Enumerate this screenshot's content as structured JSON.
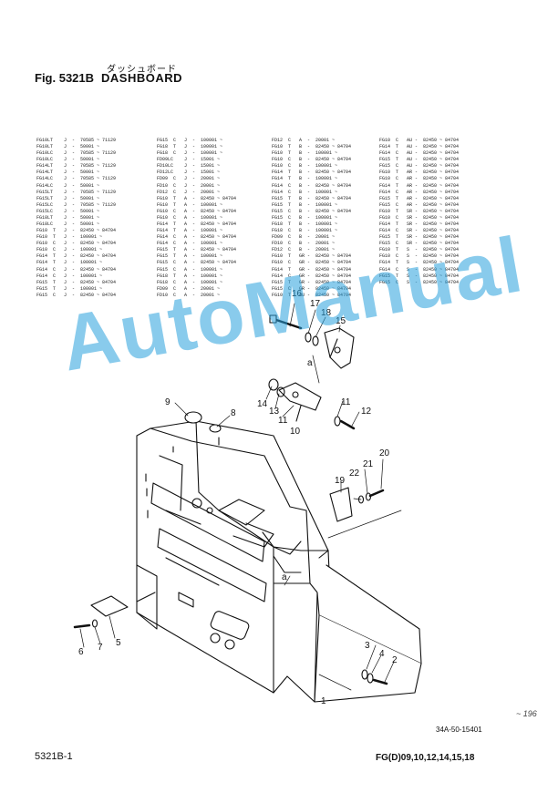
{
  "header": {
    "jp_title": "ダッシュボード",
    "fig_label": "Fig. 5321B",
    "fig_name": "DASHBOARD"
  },
  "serial_table": {
    "col1": [
      "FG10LT    J  -  70585 ~ 71129",
      "FG10LT    J  -  50001 ~",
      "FG10LC    J  -  70585 ~ 71129",
      "FG10LC    J  -  50001 ~",
      "FG14LT    J  -  70585 ~ 71129",
      "FG14LT    J  -  50001 ~",
      "FG14LC    J  -  70585 ~ 71129",
      "FG14LC    J  -  50001 ~",
      "FG15LT    J  -  70585 ~ 71129",
      "FG15LT    J  -  50001 ~",
      "FG15LC    J  -  70585 ~ 71129",
      "FG15LC    J  -  50001 ~",
      "FG18LT    J  -  50001 ~",
      "FG18LC    J  -  50001 ~",
      "FG10  T   J  -  82450 ~ 84704",
      "FG10  T   J  -  100001 ~",
      "FG10  C   J  -  82450 ~ 84704",
      "FG10  C   J  -  100001 ~",
      "FG14  T   J  -  82450 ~ 84704",
      "FG14  T   J  -  100001 ~",
      "FG14  C   J  -  82450 ~ 84704",
      "FG14  C   J  -  100001 ~",
      "FG15  T   J  -  82450 ~ 84704",
      "FG15  T   J  -  100001 ~",
      "FG15  C   J  -  82450 ~ 84704"
    ],
    "col2": [
      "FG15  C   J  -  100001 ~",
      "FG18  T   J  -  100001 ~",
      "FG18  C   J  -  100001 ~",
      "FD09LC    J  -  15001 ~",
      "FD10LC    J  -  15001 ~",
      "FD12LC    J  -  15001 ~",
      "FD09  C   J  -  20001 ~",
      "FD10  C   J  -  20001 ~",
      "FD12  C   J  -  20001 ~",
      "FG10  T   A  -  82450 ~ 84704",
      "FG10  T   A  -  100001 ~",
      "FG10  C   A  -  82450 ~ 84704",
      "FG10  C   A  -  100001 ~",
      "FG14  T   A  -  82450 ~ 84704",
      "FG14  T   A  -  100001 ~",
      "FG14  C   A  -  82450 ~ 84704",
      "FG14  C   A  -  100001 ~",
      "FG15  T   A  -  82450 ~ 84704",
      "FG15  T   A  -  100001 ~",
      "FG15  C   A  -  82450 ~ 84704",
      "FG15  C   A  -  100001 ~",
      "FG18  T   A  -  100001 ~",
      "FG18  C   A  -  100001 ~",
      "FD09  C   A  -  20001 ~",
      "FD10  C   A  -  20001 ~"
    ],
    "col3": [
      "FD12  C   A  -  20001 ~",
      "FG10  T   B  -  82450 ~ 84704",
      "FG10  T   B  -  100001 ~",
      "FG10  C   B  -  82450 ~ 84704",
      "FG10  C   B  -  100001 ~",
      "FG14  T   B  -  82450 ~ 84704",
      "FG14  T   B  -  100001 ~",
      "FG14  C   B  -  82450 ~ 84704",
      "FG14  C   B  -  100001 ~",
      "FG15  T   B  -  82450 ~ 84704",
      "FG15  T   B  -  100001 ~",
      "FG15  C   B  -  82450 ~ 84704",
      "FG15  C   B  -  100001 ~",
      "FG18  T   B  -  100001 ~",
      "FG18  C   B  -  100001 ~",
      "FD09  C   B  -  20001 ~",
      "FD10  C   B  -  20001 ~",
      "FD12  C   B  -  20001 ~",
      "FG10  T   GR -  82450 ~ 84704",
      "FG10  C   GR -  82450 ~ 84704",
      "FG14  T   GR -  82450 ~ 84704",
      "FG14  C   GR -  82450 ~ 84704",
      "FG15  T   GR -  82450 ~ 84704",
      "FG15  C   GR -  82450 ~ 84704",
      "FG10  T   AU -  82450 ~ 84704"
    ],
    "col4": [
      "FG10  C   AU -  82450 ~ 84704",
      "FG14  T   AU -  82450 ~ 84704",
      "FG14  C   AU -  82450 ~ 84704",
      "FG15  T   AU -  82450 ~ 84704",
      "FG15  C   AU -  82450 ~ 84704",
      "FG10  T   AR -  82450 ~ 84704",
      "FG10  C   AR -  82450 ~ 84704",
      "FG14  T   AR -  82450 ~ 84704",
      "FG14  C   AR -  82450 ~ 84704",
      "FG15  T   AR -  82450 ~ 84704",
      "FG15  C   AR -  82450 ~ 84704",
      "FG10  T   SR -  82450 ~ 84704",
      "FG10  C   SR -  82450 ~ 84704",
      "FG14  T   SR -  82450 ~ 84704",
      "FG14  C   SR -  82450 ~ 84704",
      "FG15  T   SR -  82450 ~ 84704",
      "FG15  C   SR -  82450 ~ 84704",
      "FG10  T   S  -  82450 ~ 84704",
      "FG10  C   S  -  82450 ~ 84704",
      "FG14  T   S  -  82450 ~ 84704",
      "FG14  C   S  -  82450 ~ 84704",
      "FG15  T   S  -  82450 ~ 84704",
      "FG15  C   S  -  82450 ~ 84704"
    ]
  },
  "callouts": {
    "c1": "1",
    "c2": "2",
    "c3": "3",
    "c4": "4",
    "c5": "5",
    "c6": "6",
    "c7": "7",
    "c8": "8",
    "c9": "9",
    "c10": "10",
    "c11a": "11",
    "c11b": "11",
    "c12": "12",
    "c13": "13",
    "c14": "14",
    "c15": "15",
    "c16": "16",
    "c17": "17",
    "c18": "18",
    "c19": "19",
    "c20": "20",
    "c21": "21",
    "c22": "22",
    "ca1": "a",
    "ca2": "a"
  },
  "watermark": "AutoManual",
  "footer": {
    "page_code": "5321B-1",
    "models": "FG(D)09,10,12,14,15,18",
    "drawing_no": "34A-50-15401",
    "margin_note": "~ 196"
  }
}
